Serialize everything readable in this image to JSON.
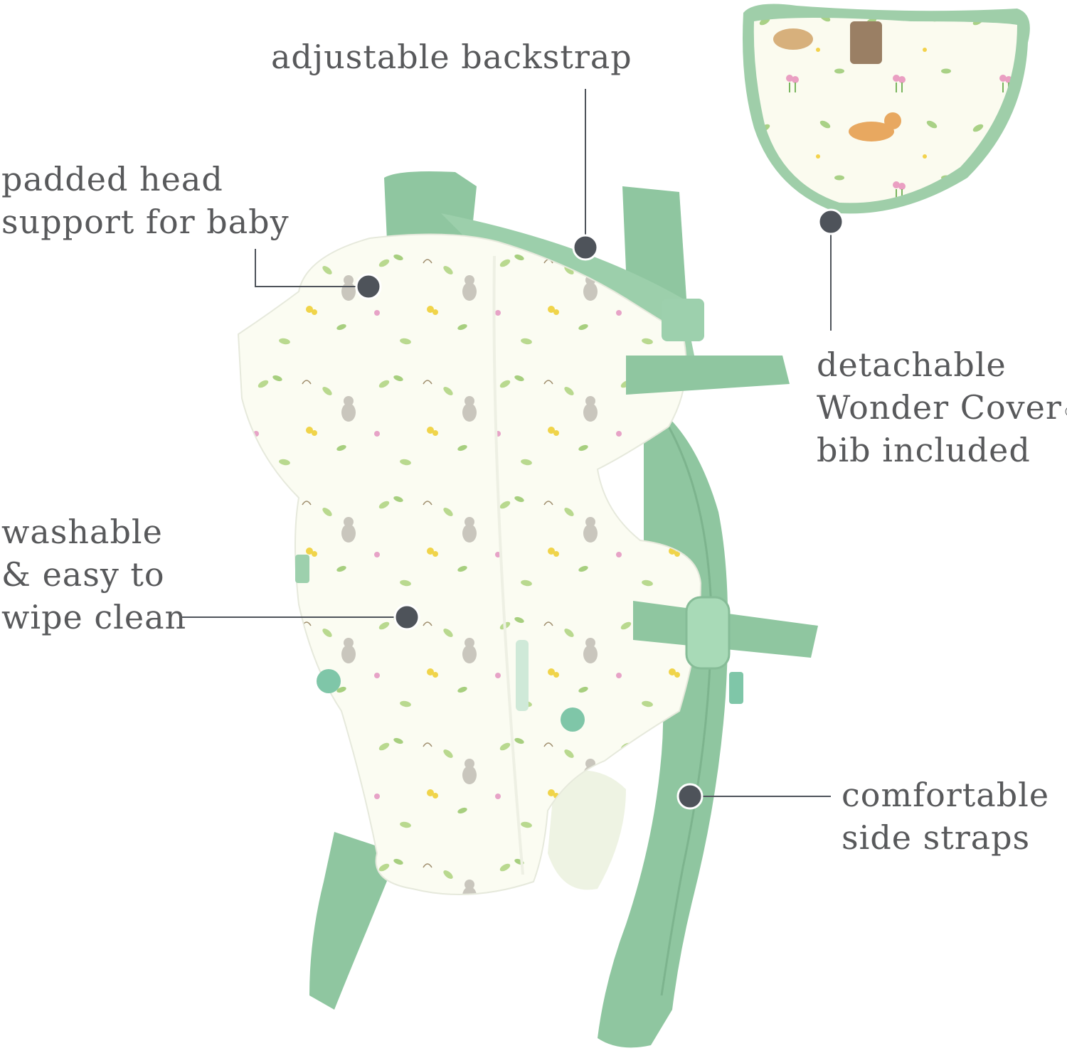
{
  "callouts": {
    "backstrap": {
      "lines": [
        "adjustable backstrap"
      ]
    },
    "head_support": {
      "lines": [
        "padded head",
        "support for baby"
      ]
    },
    "bib": {
      "lines": [
        "detachable",
        "Wonder Cover",
        "bib included"
      ],
      "registered": "®"
    },
    "washable": {
      "lines": [
        "washable",
        "& easy to",
        "wipe clean"
      ]
    },
    "side_straps": {
      "lines": [
        "comfortable",
        "side straps"
      ]
    }
  },
  "colors": {
    "text": "#58595b",
    "dot": "#4e535a",
    "strap_green": "#8fc6a0",
    "strap_green_dark": "#7db48e",
    "fabric": "#fbfcf2"
  },
  "icons": {
    "product": "baby-carrier-illustration",
    "bib": "bib-illustration"
  }
}
